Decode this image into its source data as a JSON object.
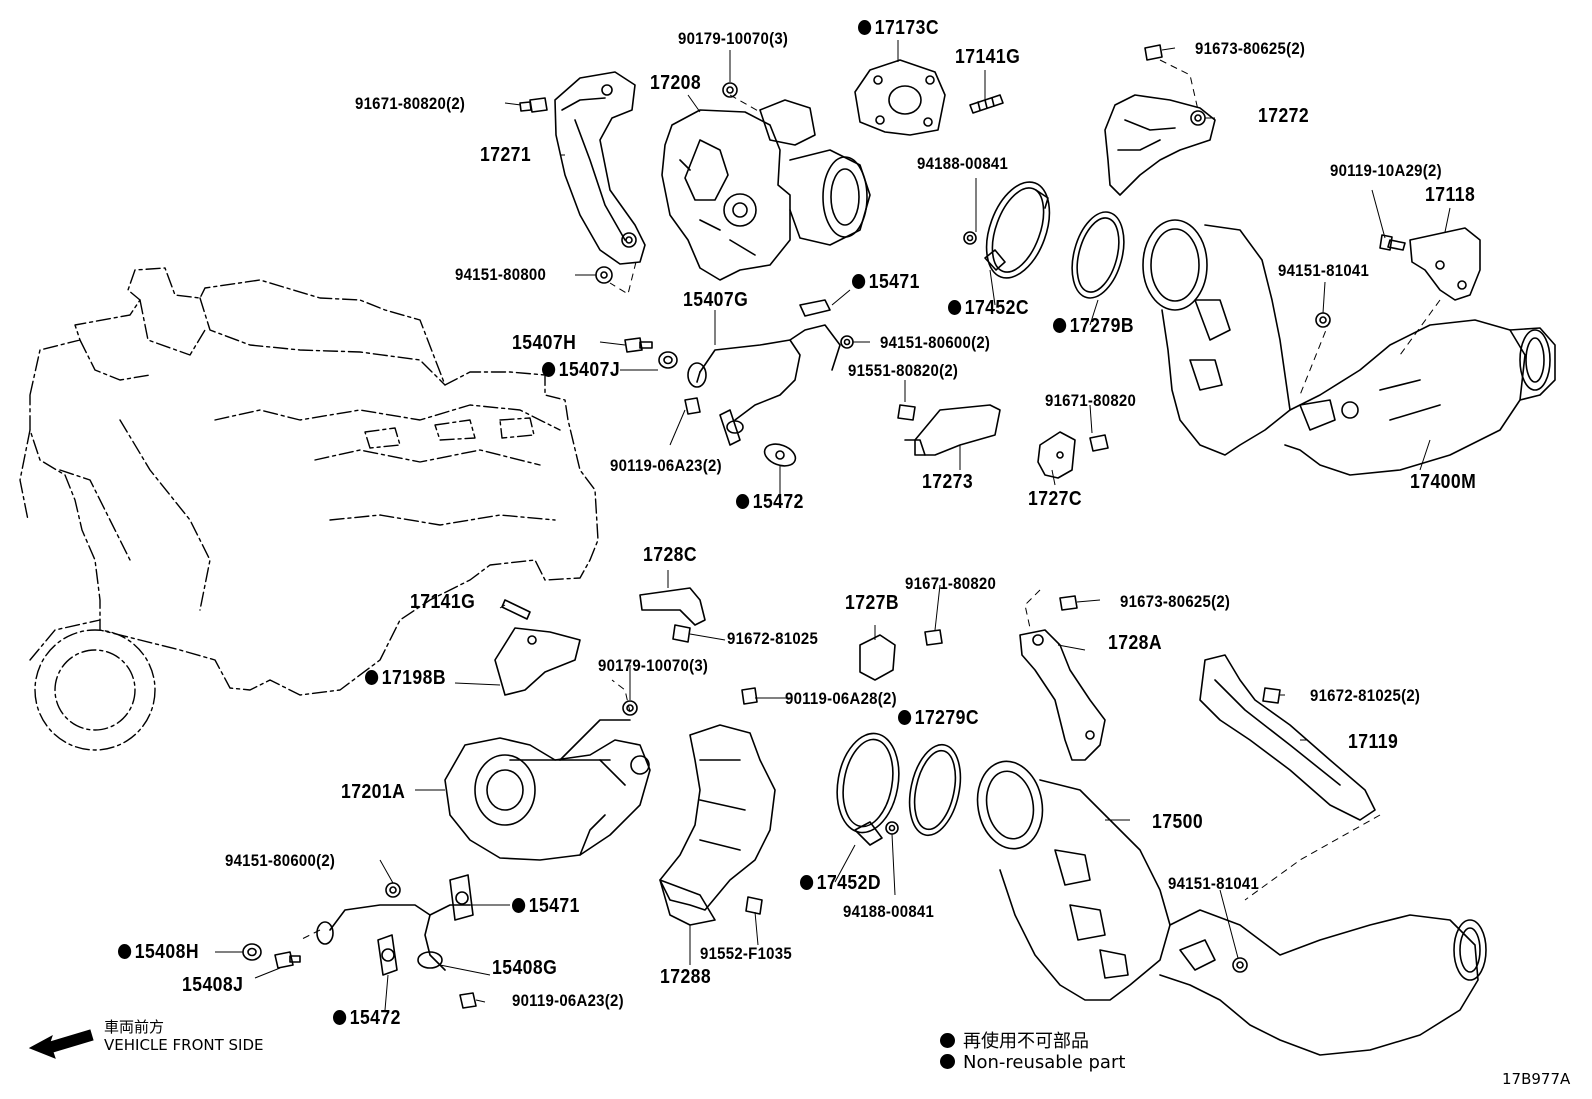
{
  "labels": {
    "p90179_top": "90179-10070(3)",
    "p17173C": "17173C",
    "p17141G_top": "17141G",
    "p91673_top": "91673-80625(2)",
    "p17208": "17208",
    "p91671_top": "91671-80820(2)",
    "p17272": "17272",
    "p17271": "17271",
    "p94188_top": "94188-00841",
    "p90119_10A29": "90119-10A29(2)",
    "p17118": "17118",
    "p94151_80800": "94151-80800",
    "p15471_top": "15471",
    "p94151_81041_top": "94151-81041",
    "p15407G": "15407G",
    "p17452C": "17452C",
    "p17279B": "17279B",
    "p15407H": "15407H",
    "p94151_80600_top": "94151-80600(2)",
    "p15407J": "15407J",
    "p91551": "91551-80820(2)",
    "p91671_mid": "91671-80820",
    "p90119_06A23_top": "90119-06A23(2)",
    "p17273": "17273",
    "p1727C": "1727C",
    "p17400M": "17400M",
    "p15472_top": "15472",
    "p1728C": "1728C",
    "p91671_lower": "91671-80820",
    "p17141G_bot": "17141G",
    "p1727B": "1727B",
    "p91673_bot": "91673-80625(2)",
    "p91672_mid": "91672-81025",
    "p1728A": "1728A",
    "p17198B": "17198B",
    "p90179_bot": "90179-10070(3)",
    "p90119_06A28": "90119-06A28(2)",
    "p91672_right": "91672-81025(2)",
    "p17279C": "17279C",
    "p17119": "17119",
    "p17201A": "17201A",
    "p17500": "17500",
    "p94151_80600_bot": "94151-80600(2)",
    "p15471_bot": "15471",
    "p17452D": "17452D",
    "p94151_81041_bot": "94151-81041",
    "p94188_bot": "94188-00841",
    "p15408H": "15408H",
    "p15408G": "15408G",
    "p91552": "91552-F1035",
    "p15408J": "15408J",
    "p17288": "17288",
    "p90119_06A23_bot": "90119-06A23(2)",
    "p15472_bot": "15472"
  },
  "legend": {
    "japanese": "再使用不可部品",
    "english": "Non-reusable part"
  },
  "direction": {
    "japanese": "車両前方",
    "english": "VEHICLE FRONT SIDE"
  },
  "reference": "17B977A"
}
